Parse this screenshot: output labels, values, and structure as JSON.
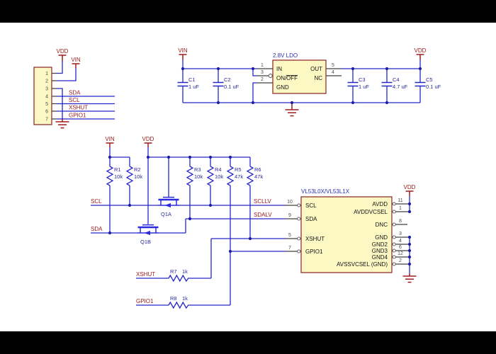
{
  "colors": {
    "wire_blue": "#2626c9",
    "net_label_red": "#a11c1c",
    "component_fill_yellow": "#fcf8c4",
    "component_border_maroon": "#8b2222",
    "refdes_blue": "#2a2a9c",
    "pin_gray": "#404040",
    "background": "#ffffff",
    "letterbox": "#000000"
  },
  "power_labels": {
    "vdd": "VDD",
    "vin": "VIN"
  },
  "net_labels": {
    "sda": "SDA",
    "scl": "SCL",
    "xshut": "XSHUT",
    "gpio1": "GPIO1",
    "scllv": "SCLLV",
    "sdalv": "SDALV"
  },
  "connector": {
    "pins": [
      "1",
      "2",
      "3",
      "4",
      "5",
      "6",
      "7"
    ]
  },
  "ldo": {
    "title": "2.8V LDO",
    "pin_in": {
      "num": "1",
      "name": "IN"
    },
    "pin_onoff": {
      "num": "3",
      "name_pre": "ON/",
      "name_overline": "OFF"
    },
    "pin_gnd": {
      "num": "2",
      "name": "GND"
    },
    "pin_out": {
      "num": "5",
      "name": "OUT"
    },
    "pin_nc": {
      "num": "4",
      "name": "NC"
    }
  },
  "capacitors": [
    {
      "ref": "C1",
      "value": "1 uF"
    },
    {
      "ref": "C2",
      "value": "0.1 uF"
    },
    {
      "ref": "C3",
      "value": "1 uF"
    },
    {
      "ref": "C4",
      "value": "4.7 uF"
    },
    {
      "ref": "C5",
      "value": "0.1 uF"
    }
  ],
  "resistors": [
    {
      "ref": "R1",
      "value": "10k"
    },
    {
      "ref": "R2",
      "value": "10k"
    },
    {
      "ref": "R3",
      "value": "10k"
    },
    {
      "ref": "R4",
      "value": "10k"
    },
    {
      "ref": "R5",
      "value": "47k"
    },
    {
      "ref": "R6",
      "value": "47k"
    },
    {
      "ref": "R7",
      "value": "1k"
    },
    {
      "ref": "R8",
      "value": "1k"
    }
  ],
  "transistors": [
    {
      "ref": "Q1A"
    },
    {
      "ref": "Q1B"
    }
  ],
  "ic": {
    "title": "VL53L0X/VL53L1X",
    "pins_left": [
      {
        "num": "10",
        "name": "SCL"
      },
      {
        "num": "9",
        "name": "SDA"
      },
      {
        "num": "5",
        "name": "XSHUT"
      },
      {
        "num": "7",
        "name": "GPIO1"
      }
    ],
    "pins_right": [
      {
        "num": "11",
        "name": "AVDD"
      },
      {
        "num": "1",
        "name": "AVDDVCSEL"
      },
      {
        "num": "8",
        "name": "DNC"
      },
      {
        "num": "3",
        "name": "GND"
      },
      {
        "num": "4",
        "name": "GND2"
      },
      {
        "num": "6",
        "name": "GND3"
      },
      {
        "num": "12",
        "name": "GND4"
      },
      {
        "num": "2",
        "name": "AVSSVCSEL (GND)"
      }
    ]
  }
}
